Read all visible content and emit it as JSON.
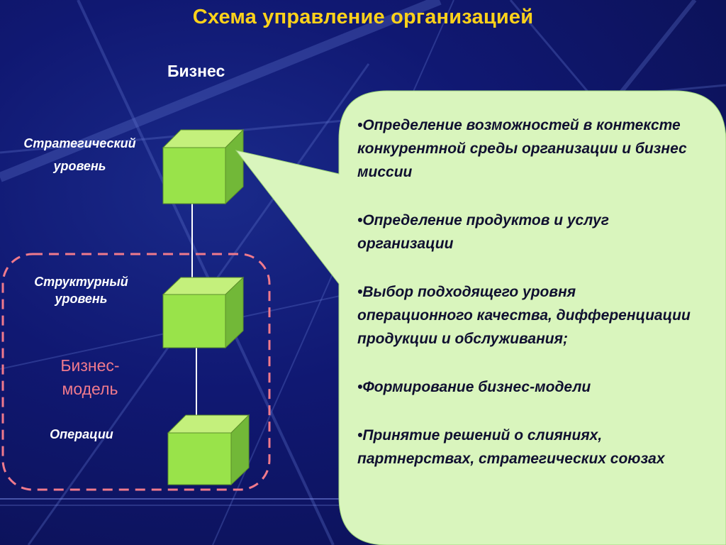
{
  "slide": {
    "title": "Схема управление организацией",
    "top_label": "Бизнес",
    "levels": [
      {
        "line1": "Стратегический",
        "line2": "уровень"
      },
      {
        "line1": "Структурный",
        "line2": "уровень"
      },
      {
        "line1": "Операции",
        "line2": ""
      }
    ],
    "business_model": {
      "line1": "Бизнес-",
      "line2": "модель"
    },
    "bubble_items": [
      "•Определение возможностей в контексте конкурентной среды организации и бизнес миссии",
      "•Определение продуктов и услуг организации",
      "•Выбор подходящего уровня операционного качества, дифференциации продукции и обслуживания;",
      "•Формирование бизнес-модели",
      "•Принятие решений о слияниях, партнерствах, стратегических союзах"
    ]
  },
  "colors": {
    "background": "#101872",
    "title": "#ffd21a",
    "cube_front": "#99e34a",
    "cube_top": "#c4f07c",
    "cube_side": "#72b838",
    "bubble": "#d9f5bd",
    "dashed_frame": "#f07a8c"
  }
}
